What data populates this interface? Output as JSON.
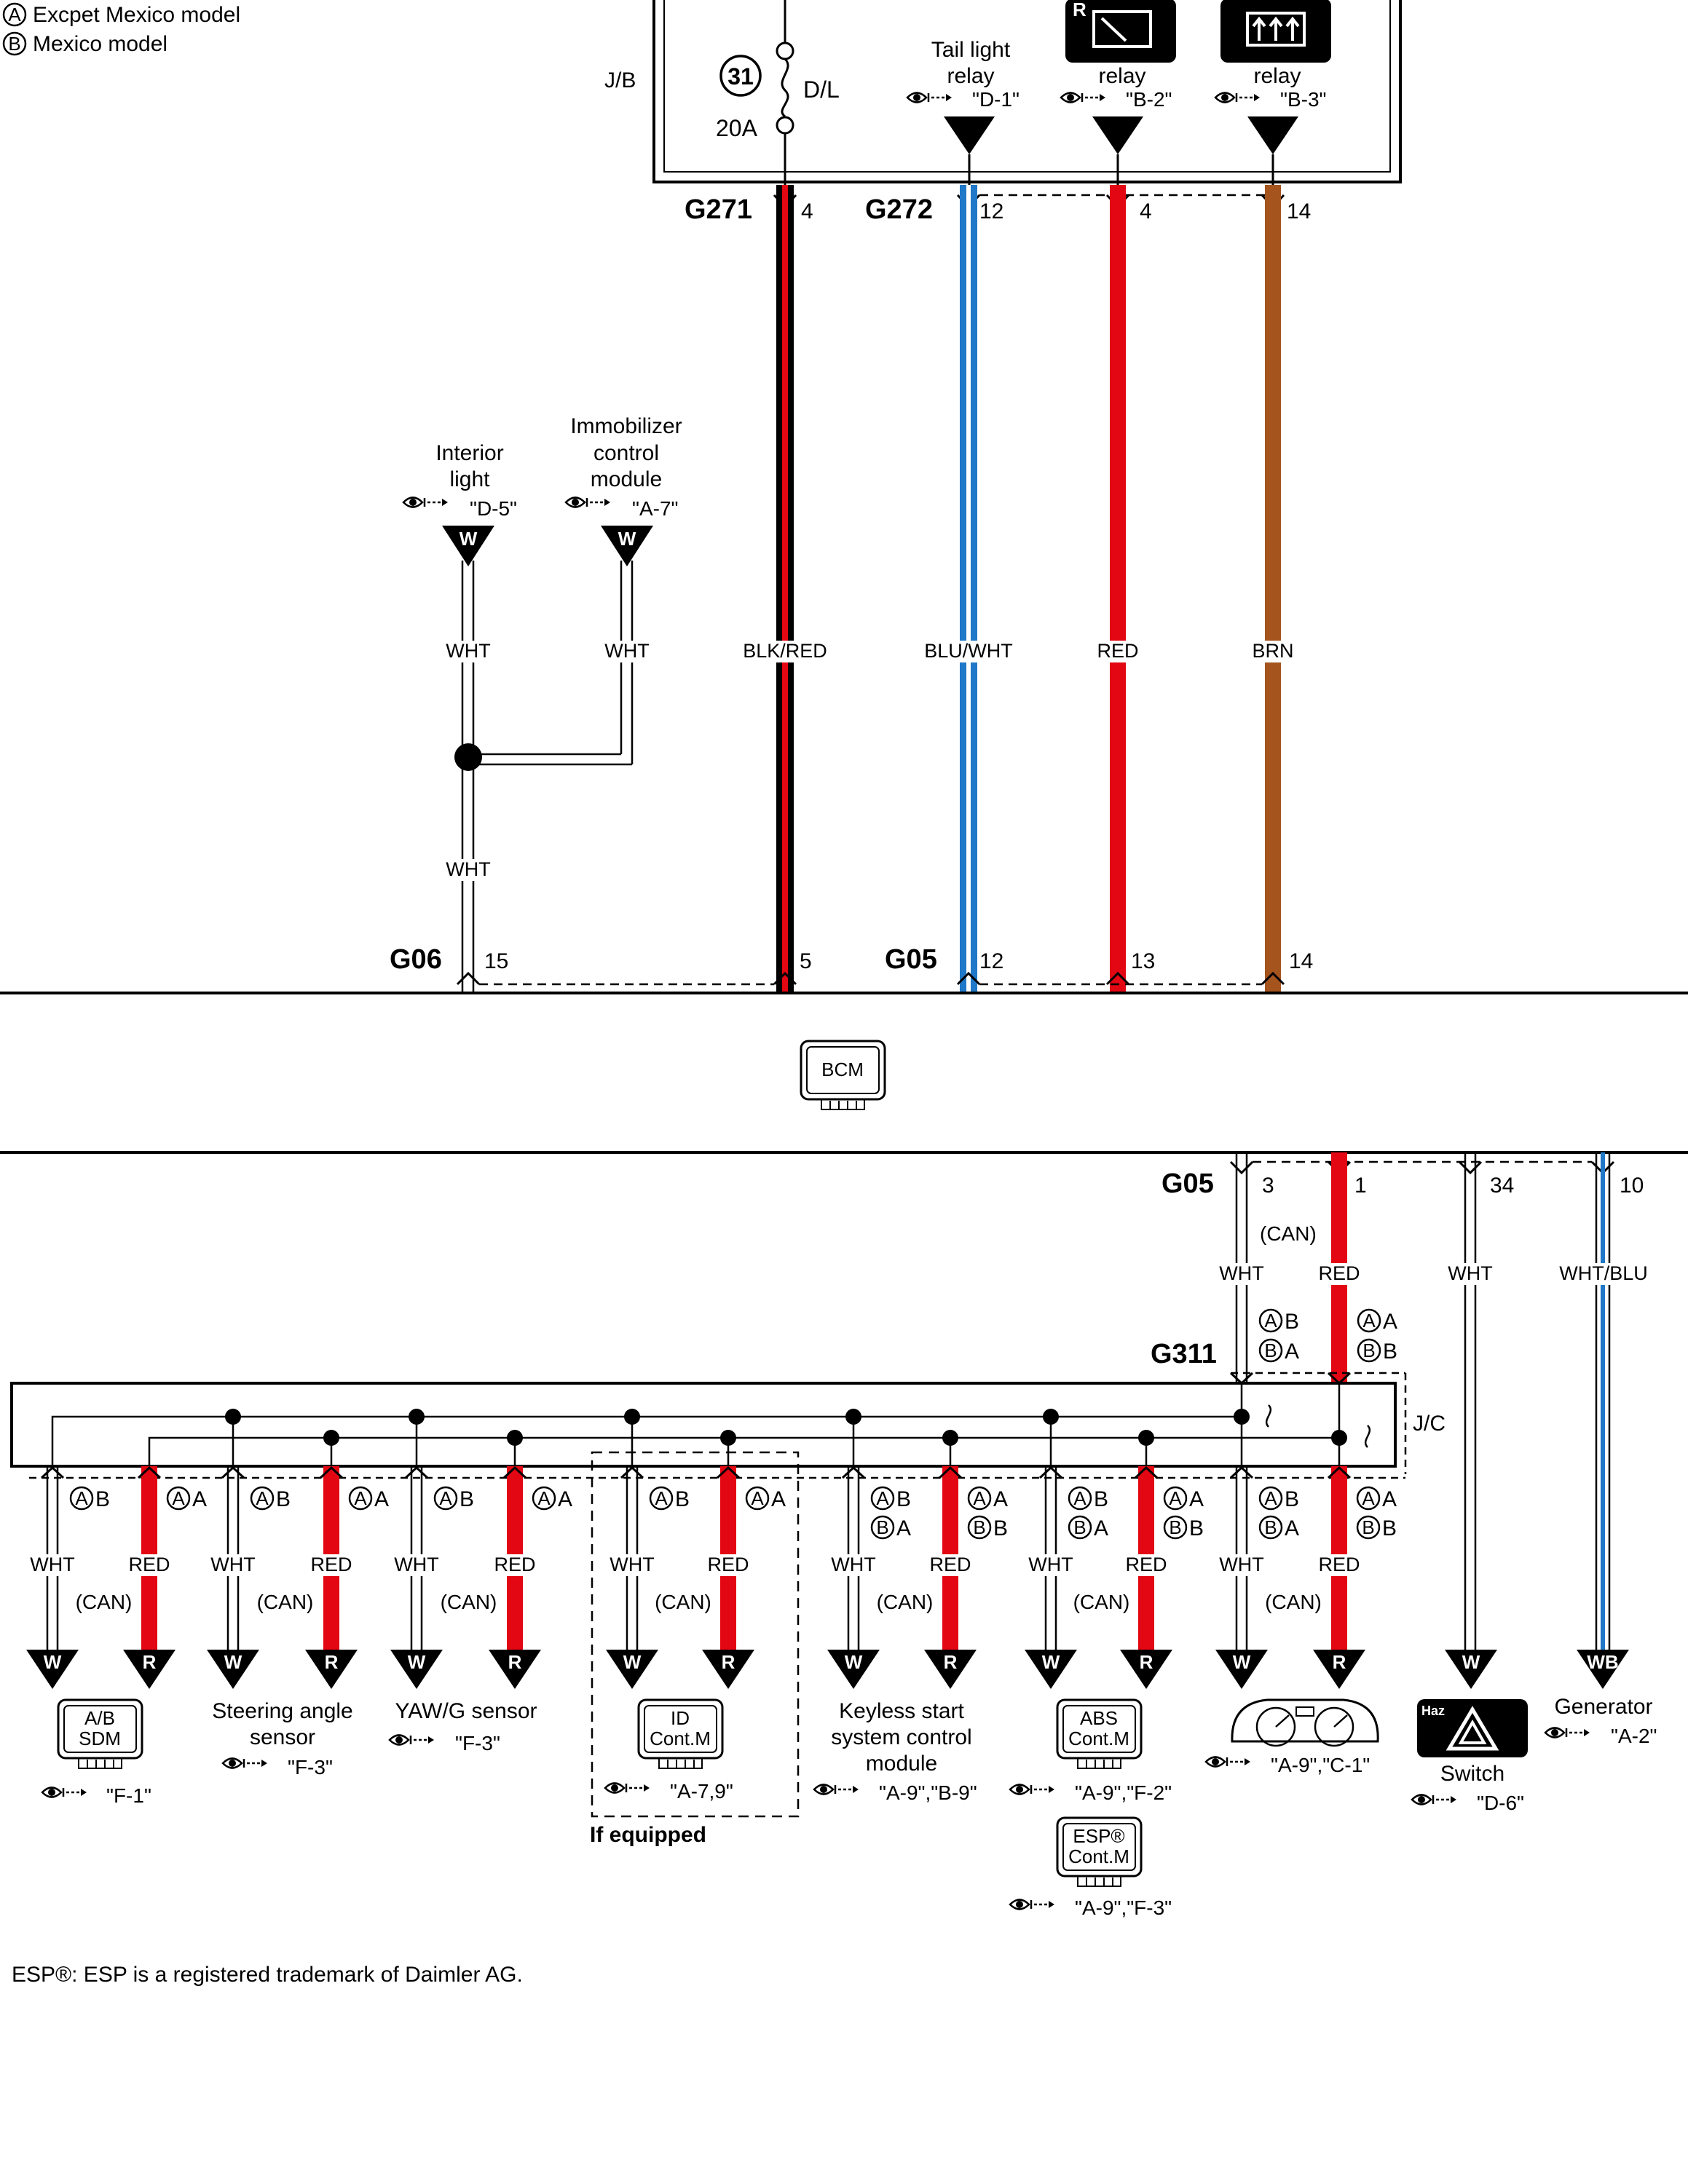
{
  "legend": {
    "a_mark": "A",
    "a_text": "Excpet Mexico model",
    "b_mark": "B",
    "b_text": "Mexico model"
  },
  "jb": {
    "label": "J/B",
    "fuse_number": "31",
    "fuse_name": "D/L",
    "fuse_rating": "20A",
    "tail_relay_line1": "Tail light",
    "tail_relay_line2": "relay",
    "tail_relay_ref": "\"D-1\"",
    "wiper_relay": "relay",
    "wiper_relay_ref": "\"B-2\"",
    "wiper_icon_mark": "R",
    "defog_relay": "relay",
    "defog_relay_ref": "\"B-3\""
  },
  "connectors": {
    "g271": "G271",
    "g271_pin": "4",
    "g272": "G272",
    "g272_pins": [
      "12",
      "4",
      "14"
    ],
    "g06": "G06",
    "g06_pins": [
      "15",
      "5"
    ],
    "g05_upper": "G05",
    "g05_upper_pins": [
      "12",
      "13",
      "14"
    ],
    "g05_lower": "G05",
    "g05_lower_pins": [
      "3",
      "1",
      "34",
      "10"
    ],
    "g311": "G311",
    "jc": "J/C"
  },
  "upper_wires": {
    "wht_a": "WHT",
    "wht_b": "WHT",
    "wht_c": "WHT",
    "blkred": "BLK/RED",
    "bluwht": "BLU/WHT",
    "red": "RED",
    "brn": "BRN"
  },
  "upper_devices": {
    "interior_line1": "Interior",
    "interior_line2": "light",
    "interior_ref": "\"D-5\"",
    "interior_mark": "W",
    "immo_line1": "Immobilizer",
    "immo_line2": "control",
    "immo_line3": "module",
    "immo_ref": "\"A-7\"",
    "immo_mark": "W"
  },
  "bcm": "BCM",
  "lower_top": {
    "wht": "WHT",
    "can": "(CAN)",
    "red": "RED",
    "wht2": "WHT",
    "whtblu": "WHT/BLU",
    "code_wht_a": "B",
    "code_wht_b": "A",
    "code_red_a": "A",
    "code_red_b": "B"
  },
  "branches": [
    {
      "wht": "WHT",
      "red": "RED",
      "can": "(CAN)",
      "wht_code_a": "B",
      "red_code_a": "A",
      "mark_w": "W",
      "mark_r": "R"
    },
    {
      "wht": "WHT",
      "red": "RED",
      "can": "(CAN)",
      "wht_code_a": "B",
      "red_code_a": "A",
      "mark_w": "W",
      "mark_r": "R"
    },
    {
      "wht": "WHT",
      "red": "RED",
      "can": "(CAN)",
      "wht_code_a": "B",
      "red_code_a": "A",
      "mark_w": "W",
      "mark_r": "R"
    },
    {
      "wht": "WHT",
      "red": "RED",
      "can": "(CAN)",
      "wht_code_a": "B",
      "red_code_a": "A",
      "mark_w": "W",
      "mark_r": "R"
    },
    {
      "wht": "WHT",
      "red": "RED",
      "can": "(CAN)",
      "wht_code_a": "B",
      "wht_code_b": "A",
      "red_code_a": "A",
      "red_code_b": "B",
      "mark_w": "W",
      "mark_r": "R"
    },
    {
      "wht": "WHT",
      "red": "RED",
      "can": "(CAN)",
      "wht_code_a": "B",
      "wht_code_b": "A",
      "red_code_a": "A",
      "red_code_b": "B",
      "mark_w": "W",
      "mark_r": "R"
    },
    {
      "wht": "WHT",
      "red": "RED",
      "can": "(CAN)",
      "wht_code_a": "B",
      "wht_code_b": "A",
      "red_code_a": "A",
      "red_code_b": "B",
      "mark_w": "W",
      "mark_r": "R"
    }
  ],
  "modules": {
    "ab_sdm_1": "A/B",
    "ab_sdm_2": "SDM",
    "ab_sdm_ref": "\"F-1\"",
    "steer_1": "Steering angle",
    "steer_2": "sensor",
    "steer_ref": "\"F-3\"",
    "yaw_1": "YAW/G sensor",
    "yaw_ref": "\"F-3\"",
    "id_1": "ID",
    "id_2": "Cont.M",
    "id_ref": "\"A-7,9\"",
    "if_equipped": "If equipped",
    "keyless_1": "Keyless start",
    "keyless_2": "system control",
    "keyless_3": "module",
    "keyless_ref": "\"A-9\",\"B-9\"",
    "abs_1": "ABS",
    "abs_2": "Cont.M",
    "abs_ref": "\"A-9\",\"F-2\"",
    "esp_1": "ESP®",
    "esp_2": "Cont.M",
    "esp_ref": "\"A-9\",\"F-3\"",
    "meter_ref": "\"A-9\",\"C-1\"",
    "haz_mark": "Haz",
    "switch": "Switch",
    "switch_ref": "\"D-6\"",
    "switch_wire_mark": "W",
    "generator": "Generator",
    "generator_ref": "\"A-2\"",
    "generator_mark": "WB"
  },
  "footnote": "ESP®: ESP is a registered trademark of Daimler AG.",
  "colors": {
    "red": "#e30613",
    "blue": "#1f78c8",
    "brown": "#a5541e",
    "black": "#000000"
  }
}
